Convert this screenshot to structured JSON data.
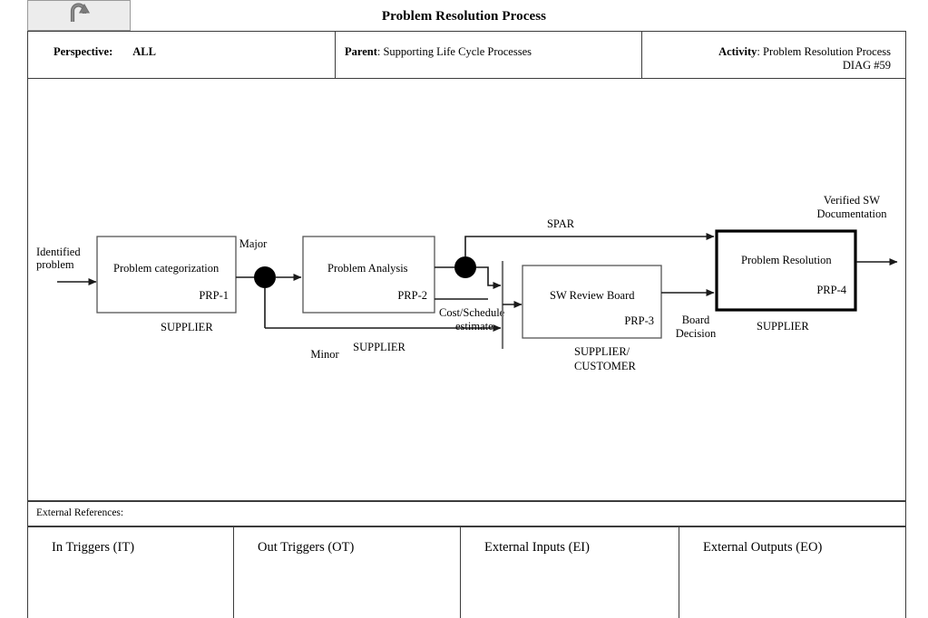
{
  "window": {
    "title": "Problem Resolution Process",
    "back_icon": "u-turn-arrow-icon"
  },
  "header": {
    "perspective_label": "Perspective:",
    "perspective_value": "ALL",
    "parent_label": "Parent",
    "parent_value": ": Supporting Life Cycle Processes",
    "activity_label": "Activity",
    "activity_value": ": Problem Resolution Process",
    "diagram_number": "DIAG #59"
  },
  "diagram": {
    "input_label_line1": "Identified",
    "input_label_line2": "problem",
    "branch_major_label": "Major",
    "branch_minor_label": "Minor",
    "spar_label": "SPAR",
    "cost_schedule_line1": "Cost/Schedule",
    "cost_schedule_line2": "estimate",
    "board_decision_line1": "Board",
    "board_decision_line2": "Decision",
    "output_line1": "Verified SW",
    "output_line2": "Documentation",
    "boxes": [
      {
        "name": "Problem categorization",
        "id": "PRP-1",
        "role": "SUPPLIER"
      },
      {
        "name": "Problem Analysis",
        "id": "PRP-2",
        "role": "SUPPLIER"
      },
      {
        "name": "SW Review Board",
        "id": "PRP-3",
        "role_line1": "SUPPLIER/",
        "role_line2": "CUSTOMER"
      },
      {
        "name": "Problem Resolution",
        "id": "PRP-4",
        "role": "SUPPLIER"
      }
    ]
  },
  "footer": {
    "external_references_label": "External References:",
    "triggers": [
      "In Triggers (IT)",
      "Out Triggers (OT)",
      "External Inputs (EI)",
      "External Outputs (EO)"
    ]
  },
  "colors": {
    "border": "#3c3c3c",
    "button_face": "#ececec",
    "line": "#1a1a1a",
    "box_stroke": "#555555"
  }
}
